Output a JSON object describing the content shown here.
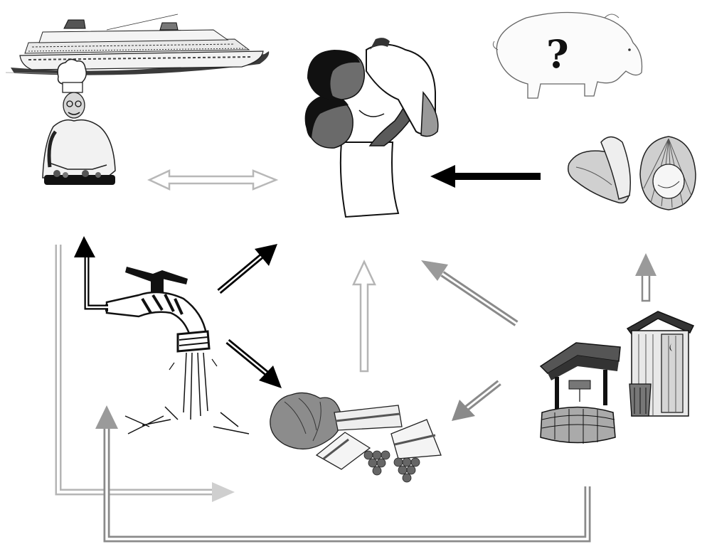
{
  "diagram": {
    "pig_label": "?",
    "nodes": [
      {
        "id": "cruise-ship",
        "icon": "cruise-ship-icon"
      },
      {
        "id": "chef",
        "icon": "chef-icon"
      },
      {
        "id": "parent-child",
        "icon": "parent-and-child-icon"
      },
      {
        "id": "pig",
        "icon": "pig-icon"
      },
      {
        "id": "shellfish",
        "icon": "shellfish-icon"
      },
      {
        "id": "faucet",
        "icon": "water-faucet-icon"
      },
      {
        "id": "food",
        "icon": "food-platter-icon"
      },
      {
        "id": "well",
        "icon": "water-well-icon"
      },
      {
        "id": "outhouse",
        "icon": "outhouse-icon"
      }
    ],
    "arrow_styles": {
      "solid": "#000000",
      "faint": "#b5b5b5",
      "medium": "#8a8a8a"
    }
  }
}
